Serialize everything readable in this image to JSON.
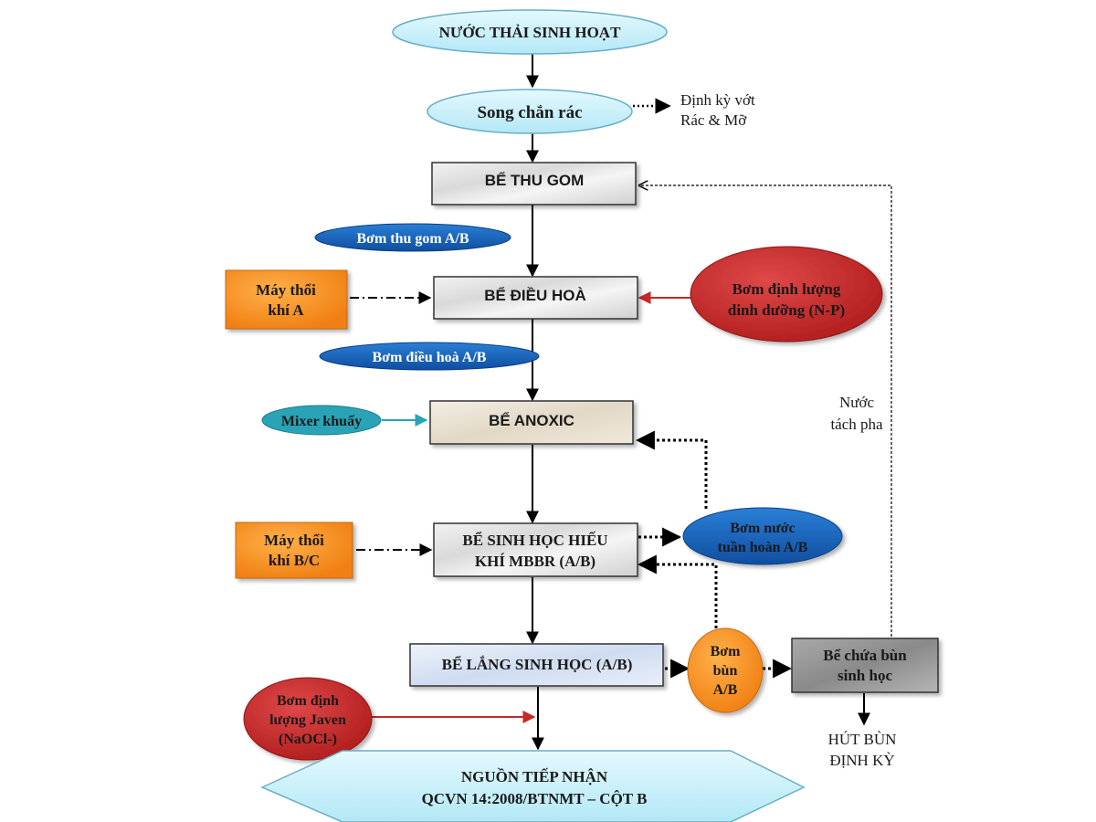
{
  "nodes": {
    "domestic_wastewater": "NƯỚC THẢI SINH HOẠT",
    "screen": "Song chắn rác",
    "screen_note": [
      "Định kỳ vớt",
      "Rác & Mỡ"
    ],
    "collection_tank": "BỂ THU GOM",
    "collection_pump": "Bơm thu gom A/B",
    "blower_a": [
      "Máy thổi",
      "khí A"
    ],
    "equalization_tank": "BỂ ĐIỀU HOÀ",
    "nutrient_pump": [
      "Bơm định lượng",
      "dinh dưỡng (N-P)"
    ],
    "equalization_pump": "Bơm điều hoà A/B",
    "mixer": "Mixer khuấy",
    "anoxic_tank": "BỂ ANOXIC",
    "blower_bc": [
      "Máy thổi",
      "khí B/C"
    ],
    "mbbr_tank": [
      "BỂ SINH HỌC HIẾU",
      "KHÍ MBBR (A/B)"
    ],
    "recirc_pump": [
      "Bơm nước",
      "tuần hoàn A/B"
    ],
    "separated_water": [
      "Nước",
      "tách pha"
    ],
    "settling_tank": "BỂ LẮNG SINH HỌC (A/B)",
    "sludge_pump": [
      "Bơm",
      "bùn",
      "A/B"
    ],
    "sludge_tank": [
      "Bể chứa bùn",
      "sinh học"
    ],
    "sludge_removal": [
      "HÚT BÙN",
      "ĐỊNH KỲ"
    ],
    "javen_pump": [
      "Bơm định",
      "lượng Javen",
      "(NaOCl-)"
    ],
    "receiving_source": [
      "NGUỒN TIẾP NHẬN",
      "QCVN 14:2008/BTNMT – CỘT B"
    ]
  },
  "colors": {
    "light_blue": "#c9f1fb",
    "dark_blue": "#1565c0",
    "teal": "#2aa3b6",
    "red": "#c62828",
    "orange": "#f0923e",
    "marble": "#e4e4e4"
  }
}
